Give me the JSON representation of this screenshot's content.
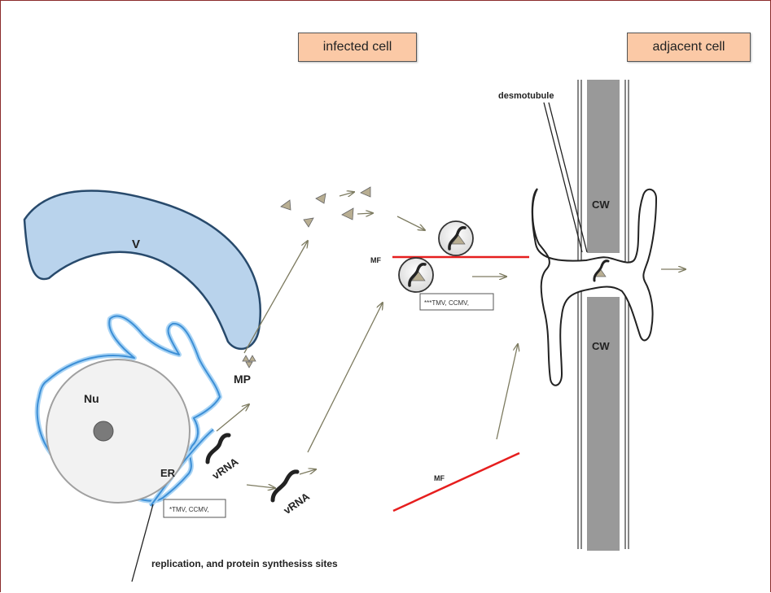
{
  "headers": {
    "infected": "infected cell",
    "adjacent": "adjacent cell"
  },
  "labels": {
    "vacuole": "V",
    "nucleus": "Nu",
    "er": "ER",
    "mp": "MP",
    "vrna1": "vRNA",
    "vrna2": "vRNA",
    "mf_top": "MF",
    "mf_bottom": "MF",
    "cw_top": "CW",
    "cw_bottom": "CW",
    "desmotubule": "desmotubule",
    "sites": "replication, and protein synthesiss sites"
  },
  "notes": {
    "er_note": "*TMV, CCMV,",
    "mf_note": "***TMV, CCMV,"
  },
  "colors": {
    "vacuole_fill": "#b9d3ec",
    "er_blue": "#3d8fd6",
    "mf_red": "#e61e1e",
    "wall_gray": "#999999",
    "mp_fill": "#b8ae92",
    "arrow": "#7d7b60"
  }
}
